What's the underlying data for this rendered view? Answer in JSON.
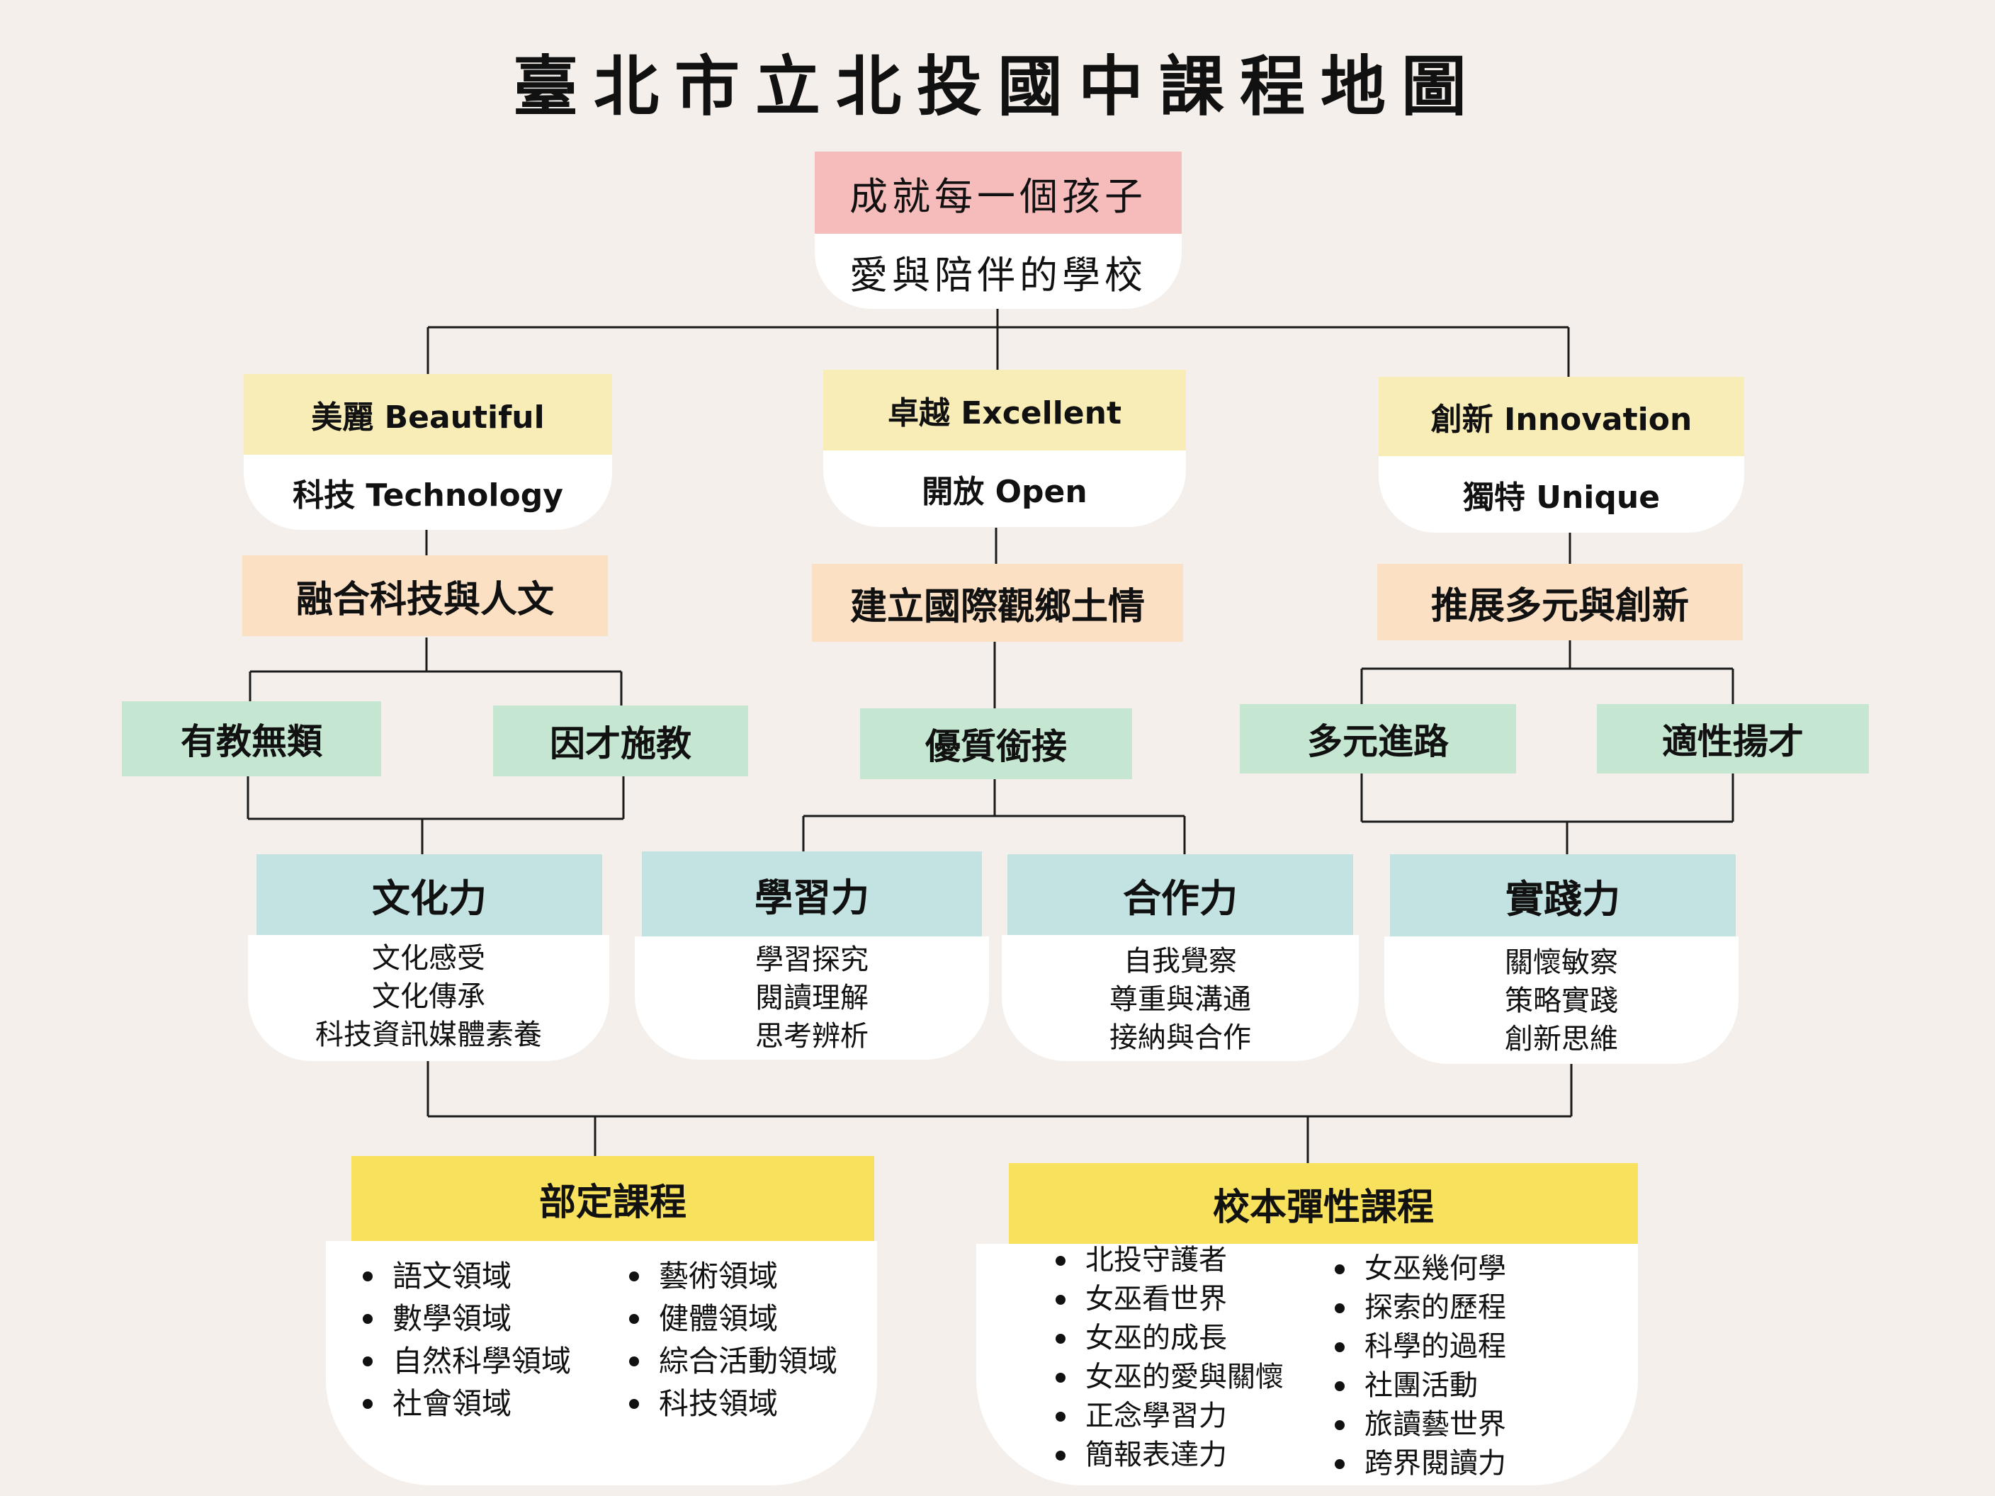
{
  "title": "臺北市立北投國中課程地圖",
  "top": {
    "mission": "成就每一個孩子",
    "vision": "愛與陪伴的學校"
  },
  "pillars": [
    {
      "line1": "美麗 Beautiful",
      "line2": "科技 Technology",
      "goal": "融合科技與人文"
    },
    {
      "line1": "卓越 Excellent",
      "line2": "開放 Open",
      "goal": "建立國際觀鄉土情"
    },
    {
      "line1": "創新 Innovation",
      "line2": "獨特 Unique",
      "goal": "推展多元與創新"
    }
  ],
  "principles": [
    "有教無類",
    "因才施教",
    "優質銜接",
    "多元進路",
    "適性揚才"
  ],
  "competencies": [
    {
      "name": "文化力",
      "items": [
        "文化感受",
        "文化傳承",
        "科技資訊媒體素養"
      ]
    },
    {
      "name": "學習力",
      "items": [
        "學習探究",
        "閱讀理解",
        "思考辨析"
      ]
    },
    {
      "name": "合作力",
      "items": [
        "自我覺察",
        "尊重與溝通",
        "接納與合作"
      ]
    },
    {
      "name": "實踐力",
      "items": [
        "關懷敏察",
        "策略實踐",
        "創新思維"
      ]
    }
  ],
  "required_courses": {
    "title": "部定課程",
    "col1": [
      "語文領域",
      "數學領域",
      "自然科學領域",
      "社會領域"
    ],
    "col2": [
      "藝術領域",
      "健體領域",
      "綜合活動領域",
      "科技領域"
    ]
  },
  "school_courses": {
    "title": "校本彈性課程",
    "col1": [
      "北投守護者",
      "女巫看世界",
      "女巫的成長",
      "女巫的愛與關懷",
      "正念學習力",
      "簡報表達力"
    ],
    "col2": [
      "女巫幾何學",
      "探索的歷程",
      "科學的過程",
      "社團活動",
      "旅讀藝世界",
      "跨界閱讀力"
    ]
  }
}
